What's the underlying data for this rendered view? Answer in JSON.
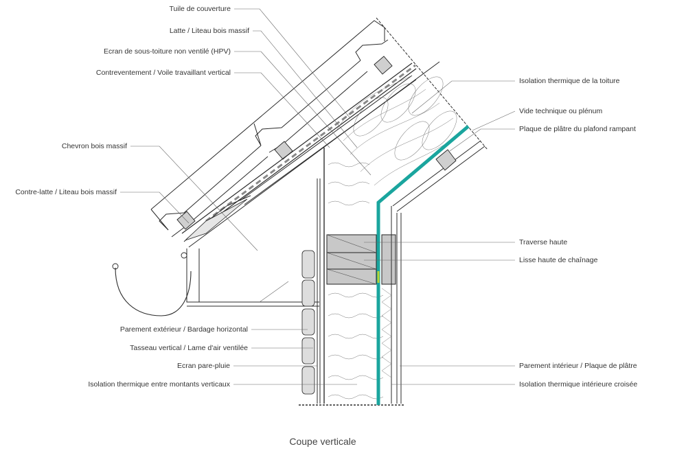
{
  "labels_left": [
    "Tuile de couverture",
    "Latte / Liteau bois massif",
    "Ecran de sous-toiture non ventilé (HPV)",
    "Contreventement / Voile travaillant vertical",
    "Chevron bois massif",
    "Contre-latte / Liteau bois massif",
    "Parement extérieur / Bardage horizontal",
    "Tasseau vertical / Lame d'air ventilée",
    "Ecran pare-pluie",
    "Isolation thermique entre montants verticaux"
  ],
  "labels_right": [
    "Isolation thermique de la toiture",
    "Vide technique ou plénum",
    "Plaque de plâtre du plafond rampant",
    "Traverse haute",
    "Lisse haute de chaînage",
    "Parement intérieur / Plaque de plâtre",
    "Isolation thermique intérieure croisée"
  ],
  "caption": "Coupe verticale",
  "colors": {
    "airtightness_line": "#1aa59e",
    "line": "#2a2a2a",
    "block": "#cfcfcf",
    "label": "#333333"
  }
}
